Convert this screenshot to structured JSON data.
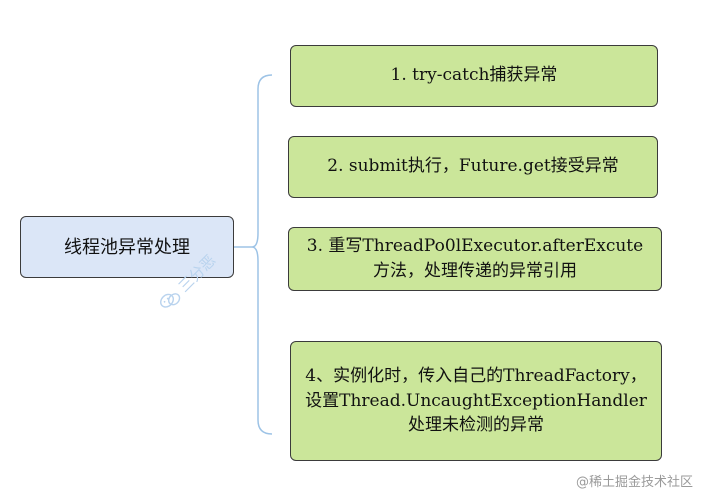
{
  "root": {
    "label": "线程池异常处理"
  },
  "children": [
    {
      "label": "1. try-catch捕获异常"
    },
    {
      "label": "2. submit执行，Future.get接受异常"
    },
    {
      "label": "3. 重写ThreadPo0lExecutor.afterExcute方法，处理传递的异常引用"
    },
    {
      "label": "4、实例化时，传入自己的ThreadFactory，设置Thread.UncaughtExceptionHandler处理未检测的异常"
    }
  ],
  "watermark": {
    "text": "三分恶"
  },
  "site_credit": {
    "text": "@稀土掘金技术社区"
  },
  "colors": {
    "root_fill": "#dbe6f7",
    "leaf_fill": "#cbe69a",
    "connector": "#9dc3e6"
  }
}
